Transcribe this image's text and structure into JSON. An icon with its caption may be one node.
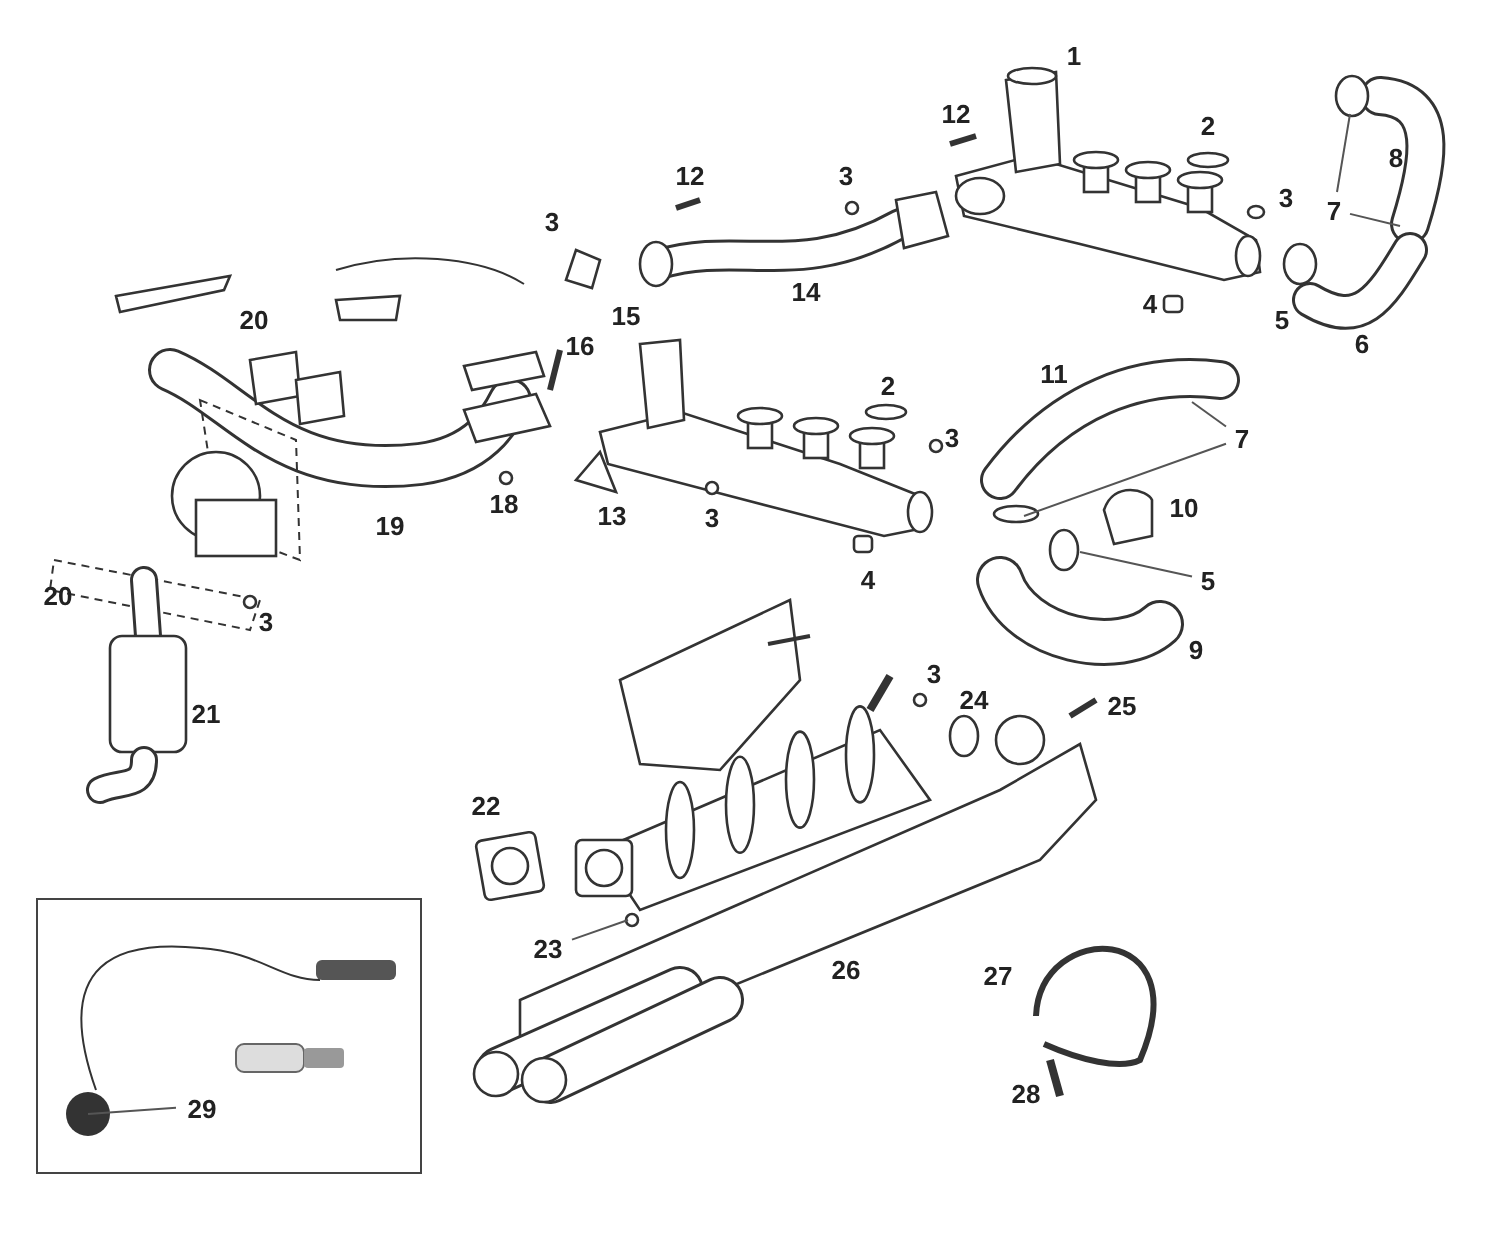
{
  "diagram": {
    "nodes": [
      {
        "text": [
          "7"
        ]
      },
      {
        "text": [
          "7"
        ]
      },
      {
        "text": [
          "5"
        ]
      },
      {
        "text": [
          "23"
        ]
      },
      {
        "text": [],
        "shape": "box"
      },
      {
        "text": [
          "29"
        ],
        "in": 4
      }
    ],
    "edges": [
      {
        "from": 0,
        "to": null,
        "arrow": "none"
      },
      {
        "from": 0,
        "to": null,
        "arrow": "none"
      },
      {
        "from": 1,
        "to": null,
        "arrow": "none"
      },
      {
        "from": 1,
        "to": null,
        "arrow": "none"
      },
      {
        "from": 2,
        "to": null,
        "arrow": "none"
      },
      {
        "from": 3,
        "to": null,
        "arrow": "none"
      },
      {
        "from": 5,
        "to": null,
        "arrow": "none"
      }
    ],
    "labels": [
      "1",
      "12",
      "2",
      "8",
      "12",
      "3",
      "3",
      "3",
      "15",
      "14",
      "4",
      "5",
      "6",
      "20",
      "16",
      "11",
      "2",
      "3",
      "10",
      "13",
      "3",
      "18",
      "19",
      "4",
      "20",
      "3",
      "9",
      "21",
      "3",
      "24",
      "25",
      "22",
      "26",
      "27",
      "28"
    ]
  }
}
